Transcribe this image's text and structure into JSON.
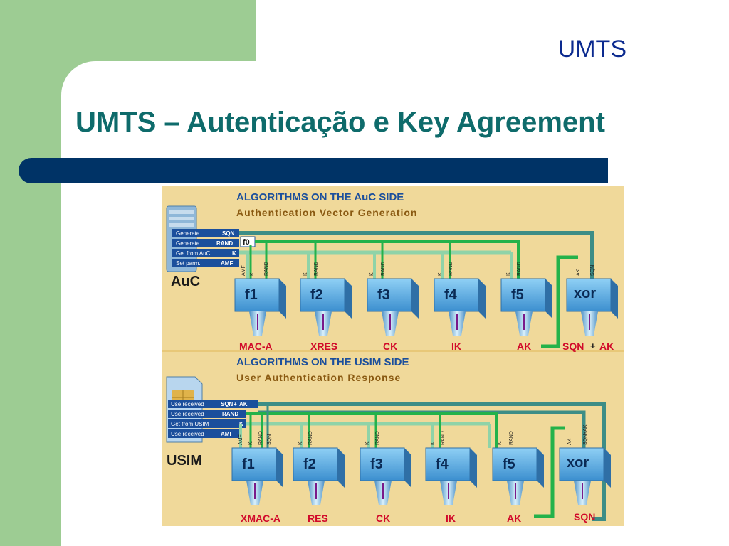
{
  "slide": {
    "header_label": "UMTS",
    "title": "UMTS – Autenticação e Key Agreement"
  },
  "auc": {
    "heading": "ALGORITHMS ON THE AuC SIDE",
    "subheading": "Authentication Vector Generation",
    "device_label": "AuC",
    "inputs": [
      {
        "action": "Generate",
        "param": "SQN"
      },
      {
        "action": "Generate",
        "param": "RAND"
      },
      {
        "action": "Get from AuC",
        "param": "K"
      },
      {
        "action": "Set parm.",
        "param": "AMF"
      }
    ],
    "f0_label": "f0",
    "functions": [
      "f1",
      "f2",
      "f3",
      "f4",
      "f5",
      "xor"
    ],
    "outputs": [
      "MAC-A",
      "XRES",
      "CK",
      "IK",
      "AK",
      "SQN",
      "AK"
    ],
    "xor_symbol": "+"
  },
  "usim": {
    "heading": "ALGORITHMS ON THE USIM SIDE",
    "subheading": "User Authentication Response",
    "device_label": "USIM",
    "inputs": [
      {
        "action": "Use received",
        "param": "SQN"
      },
      {
        "action": "Use received",
        "param": "RAND"
      },
      {
        "action": "Get from USIM",
        "param": "K"
      },
      {
        "action": "Use received",
        "param": "AMF"
      }
    ],
    "sqn_ak_input": "AK",
    "functions": [
      "f1",
      "f2",
      "f3",
      "f4",
      "f5",
      "xor"
    ],
    "outputs": [
      "XMAC-A",
      "RES",
      "CK",
      "IK",
      "AK",
      "SQN"
    ],
    "xor_symbol": "+"
  },
  "wire_labels": {
    "amf": "AMF",
    "k": "K",
    "rand": "RAND",
    "sqn": "SQN",
    "ak": "AK",
    "sqn_ak": "SQN+AK"
  },
  "colors": {
    "green_bg": "#9dcc93",
    "navy_bar": "#003366",
    "title_teal": "#0e6b6b",
    "header_blue": "#0b2a8f",
    "panel_tan": "#f0d99a",
    "wire_teal": "#3d8d86",
    "wire_green": "#24b24a",
    "wire_light": "#8fd3a8",
    "box_blue": "#5aaee0",
    "output_red": "#d10a2a",
    "heading_blue": "#1b4f9c",
    "subheading_brown": "#8a5a12"
  }
}
